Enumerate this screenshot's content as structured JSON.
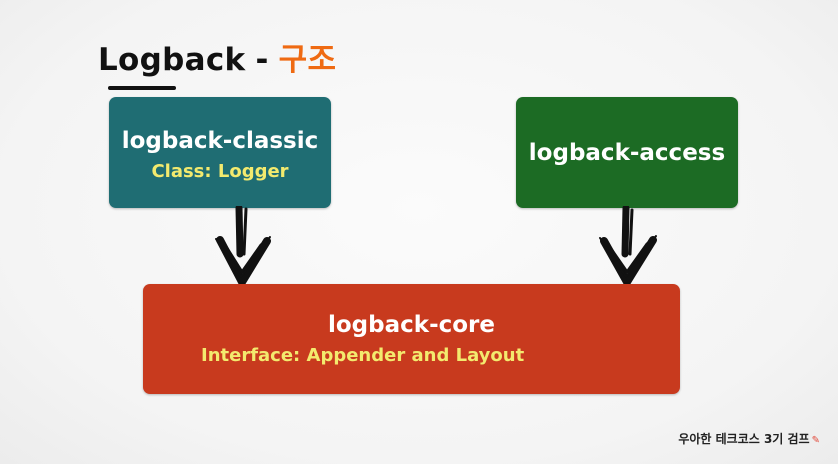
{
  "title": {
    "main": "Logback",
    "dash": "-",
    "sub": "구조"
  },
  "boxes": {
    "classic": {
      "name": "logback-classic",
      "desc": "Class: Logger"
    },
    "access": {
      "name": "logback-access"
    },
    "core": {
      "name": "logback-core",
      "desc": "Interface: Appender and Layout"
    }
  },
  "footer": {
    "text": "우아한 테크코스 3기 검프",
    "mark": "✎"
  },
  "colors": {
    "title_accent": "#ef6a12",
    "classic_fill": "#1f6d73",
    "access_fill": "#1c6b24",
    "core_fill": "#c83a1e",
    "description_text": "#f3ea6e"
  }
}
